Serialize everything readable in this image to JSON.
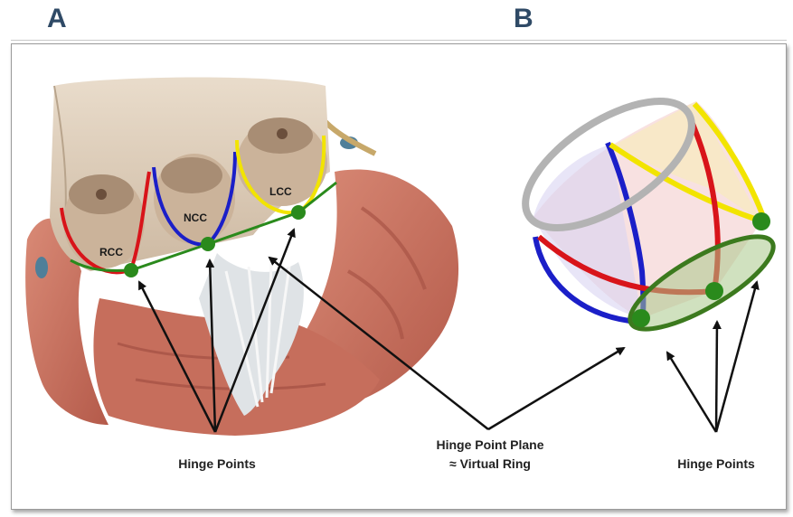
{
  "panels": {
    "a_letter": "A",
    "b_letter": "B"
  },
  "cusps": {
    "rcc": "RCC",
    "ncc": "NCC",
    "lcc": "LCC"
  },
  "labels": {
    "hinge_points_left": "Hinge Points",
    "plane_line1": "Hinge Point Plane",
    "plane_line2": "≈ Virtual Ring",
    "hinge_points_right": "Hinge Points"
  },
  "colors": {
    "rcc": "#d8141a",
    "ncc": "#1b1fc8",
    "lcc": "#f2e400",
    "hinge": "#2a8a1c",
    "ring_gray": "#b3b3b3"
  }
}
